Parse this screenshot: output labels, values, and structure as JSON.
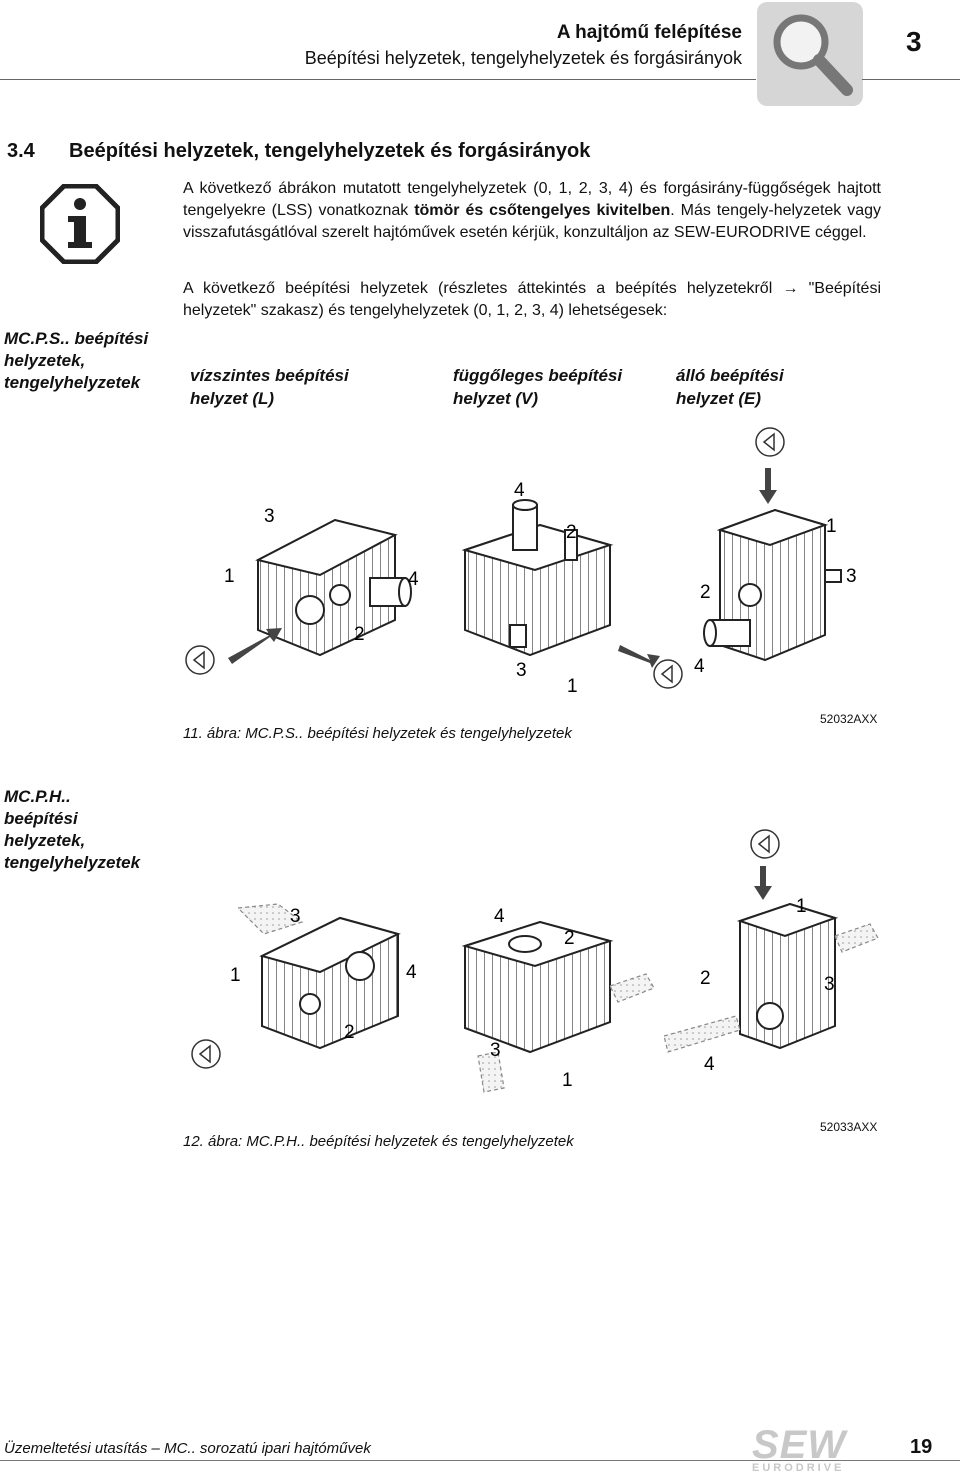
{
  "header": {
    "title": "A hajtómű felépítése",
    "subtitle": "Beépítési helyzetek, tengelyhelyzetek és forgásirányok",
    "chapter": "3"
  },
  "section": {
    "number": "3.4",
    "title": "Beépítési helyzetek, tengelyhelyzetek és forgásirányok"
  },
  "side_labels": {
    "first": [
      "MC.P.S.. beépítési",
      "helyzetek,",
      "tengelyhelyzetek"
    ],
    "second": [
      "MC.P.H..",
      "beépítési",
      "helyzetek,",
      "tengelyhelyzetek"
    ]
  },
  "paragraph1": {
    "part1": "A következő ábrákon mutatott tengelyhelyzetek (0, 1, 2, 3, 4) és forgásirány-függőségek hajtott tengelyekre (LSS) vonatkoznak ",
    "bold": "tömör és csőtengelyes kivitelben",
    "part2": ". Más tengely-helyzetek vagy visszafutásgátlóval szerelt hajtóművek esetén kérjük, konzultáljon az SEW-EURODRIVE céggel."
  },
  "paragraph2": {
    "part1": "A következő beépítési helyzetek (részletes áttekintés a beépítés helyzetekről ",
    "arrow": "→",
    "part2": " \"Beépítési helyzetek\" szakasz) és tengelyhelyzetek (0, 1, 2, 3, 4) lehetségesek:"
  },
  "columns": [
    {
      "line1": "vízszintes beépítési",
      "line2": "helyzet (L)"
    },
    {
      "line1": "függőleges beépítési",
      "line2": "helyzet (V)"
    },
    {
      "line1": "álló beépítési",
      "line2": "helyzet (E)"
    }
  ],
  "figure1": {
    "caption": "11. ábra: MC.P.S.. beépítési helyzetek és tengelyhelyzetek",
    "code": "52032AXX",
    "labels": {
      "L": [
        "3",
        "1",
        "4",
        "2"
      ],
      "V": [
        "4",
        "2",
        "3",
        "1"
      ],
      "E": [
        "1",
        "3",
        "2",
        "4"
      ]
    }
  },
  "figure2": {
    "caption": "12. ábra: MC.P.H.. beépítési helyzetek és tengelyhelyzetek",
    "code": "52033AXX",
    "labels": {
      "L": [
        "3",
        "1",
        "4",
        "2"
      ],
      "V": [
        "4",
        "2",
        "3",
        "1"
      ],
      "E": [
        "1",
        "2",
        "3",
        "4"
      ]
    }
  },
  "footer": {
    "left": "Üzemeltetési utasítás – MC.. sorozatú ipari hajtóművek",
    "page": "19",
    "logo_main": "SEW",
    "logo_sub": "EURODRIVE"
  },
  "icons": {
    "header": "magnifier-icon",
    "info": "info-icon",
    "rotation": "rotation-arrow-icon",
    "pointer": "pointer-arrow-icon"
  }
}
